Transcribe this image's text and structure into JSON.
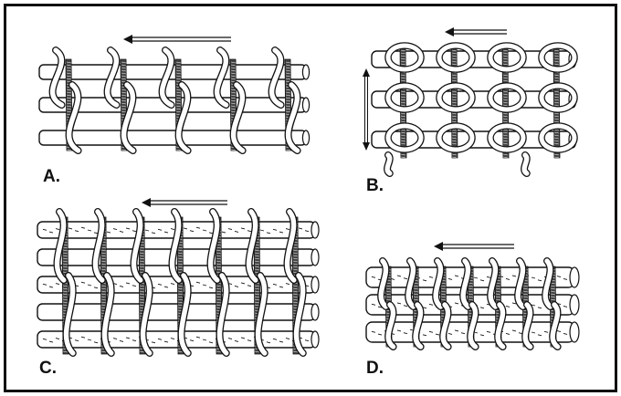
{
  "figure": {
    "panels": [
      {
        "id": "a",
        "label": "A.",
        "rod_texture": "smooth",
        "rows": 3,
        "columns": 5,
        "direction_arrows": [
          "horizontal"
        ]
      },
      {
        "id": "b",
        "label": "B.",
        "rod_texture": "smooth",
        "rows": 3,
        "columns": 4,
        "direction_arrows": [
          "horizontal",
          "vertical"
        ]
      },
      {
        "id": "c",
        "label": "C.",
        "rod_texture": "mixed",
        "rows": 5,
        "columns": 7,
        "direction_arrows": [
          "horizontal"
        ]
      },
      {
        "id": "d",
        "label": "D.",
        "rod_texture": "bark",
        "rows": 3,
        "columns": 7,
        "direction_arrows": [
          "horizontal"
        ]
      }
    ],
    "colors": {
      "ink": "#111111",
      "paper": "#ffffff"
    }
  }
}
